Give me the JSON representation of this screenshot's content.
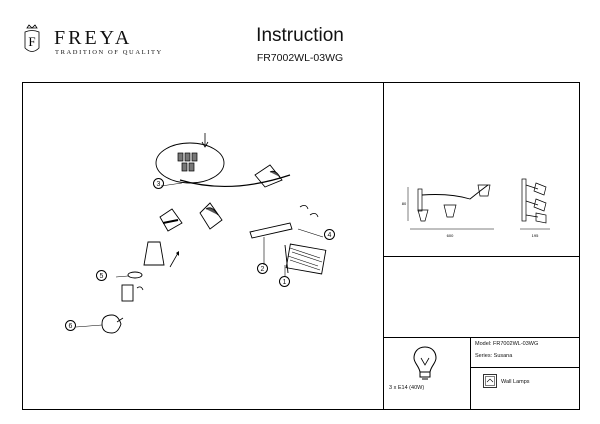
{
  "brand": {
    "name": "FREYA",
    "tagline": "TRADITION OF QUALITY",
    "monogram": "F"
  },
  "header": {
    "title": "Instruction",
    "model": "FR7002WL-03WG"
  },
  "callouts": [
    "3",
    "4",
    "2",
    "1",
    "5",
    "6"
  ],
  "spec": {
    "model_line": "Model: FR7002WL-03WG",
    "series_line": "Series: Susana",
    "bulbs_line": "3 x E14 (40W)",
    "type_line": "Wall Lamps"
  },
  "dimensions": {
    "width_label": "600",
    "height_label": "80",
    "depth_label": "195"
  }
}
